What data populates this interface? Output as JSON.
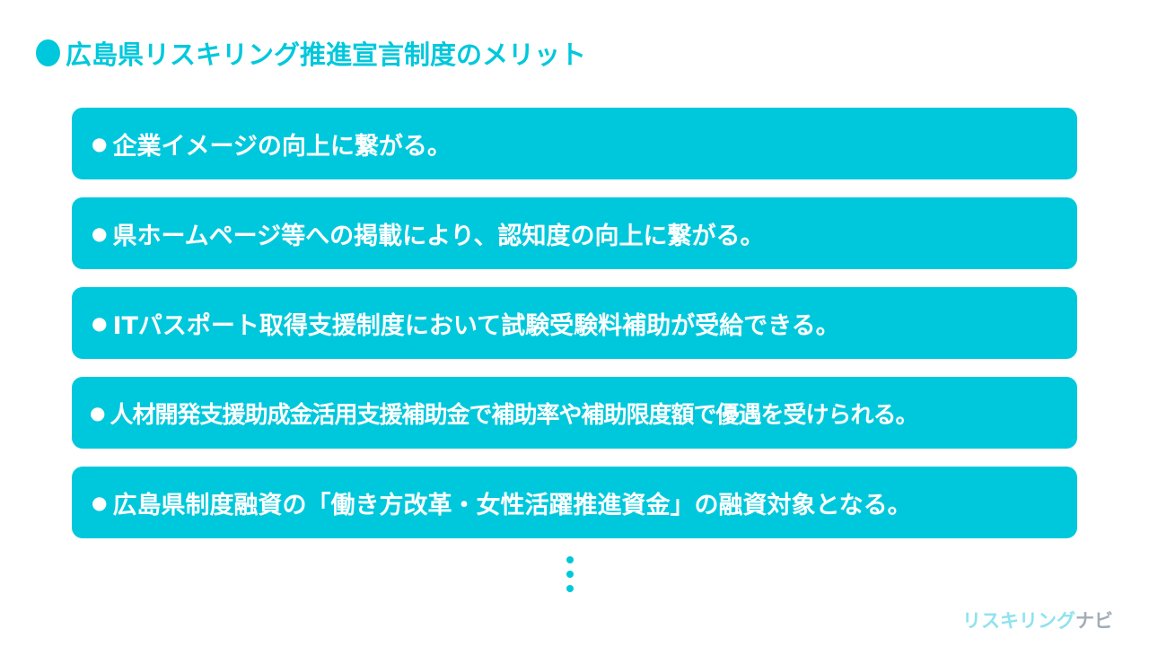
{
  "title": "広島県リスキリング推進宣言制度のメリット",
  "colors": {
    "accent": "#00c8dc",
    "text_on_accent": "#ffffff"
  },
  "items": [
    {
      "text": "企業イメージの向上に繋がる。"
    },
    {
      "text": "県ホームページ等への掲載により、認知度の向上に繋がる。"
    },
    {
      "text": "ITパスポート取得支援制度において試験受験料補助が受給できる。"
    },
    {
      "text": "人材開発支援助成金活用支援補助金で補助率や補助限度額で優遇を受けられる。"
    },
    {
      "text": "広島県制度融資の「働き方改革・女性活躍推進資金」の融資対象となる。"
    }
  ],
  "logo": {
    "part1": "リスキリング",
    "part2": "ナビ"
  }
}
